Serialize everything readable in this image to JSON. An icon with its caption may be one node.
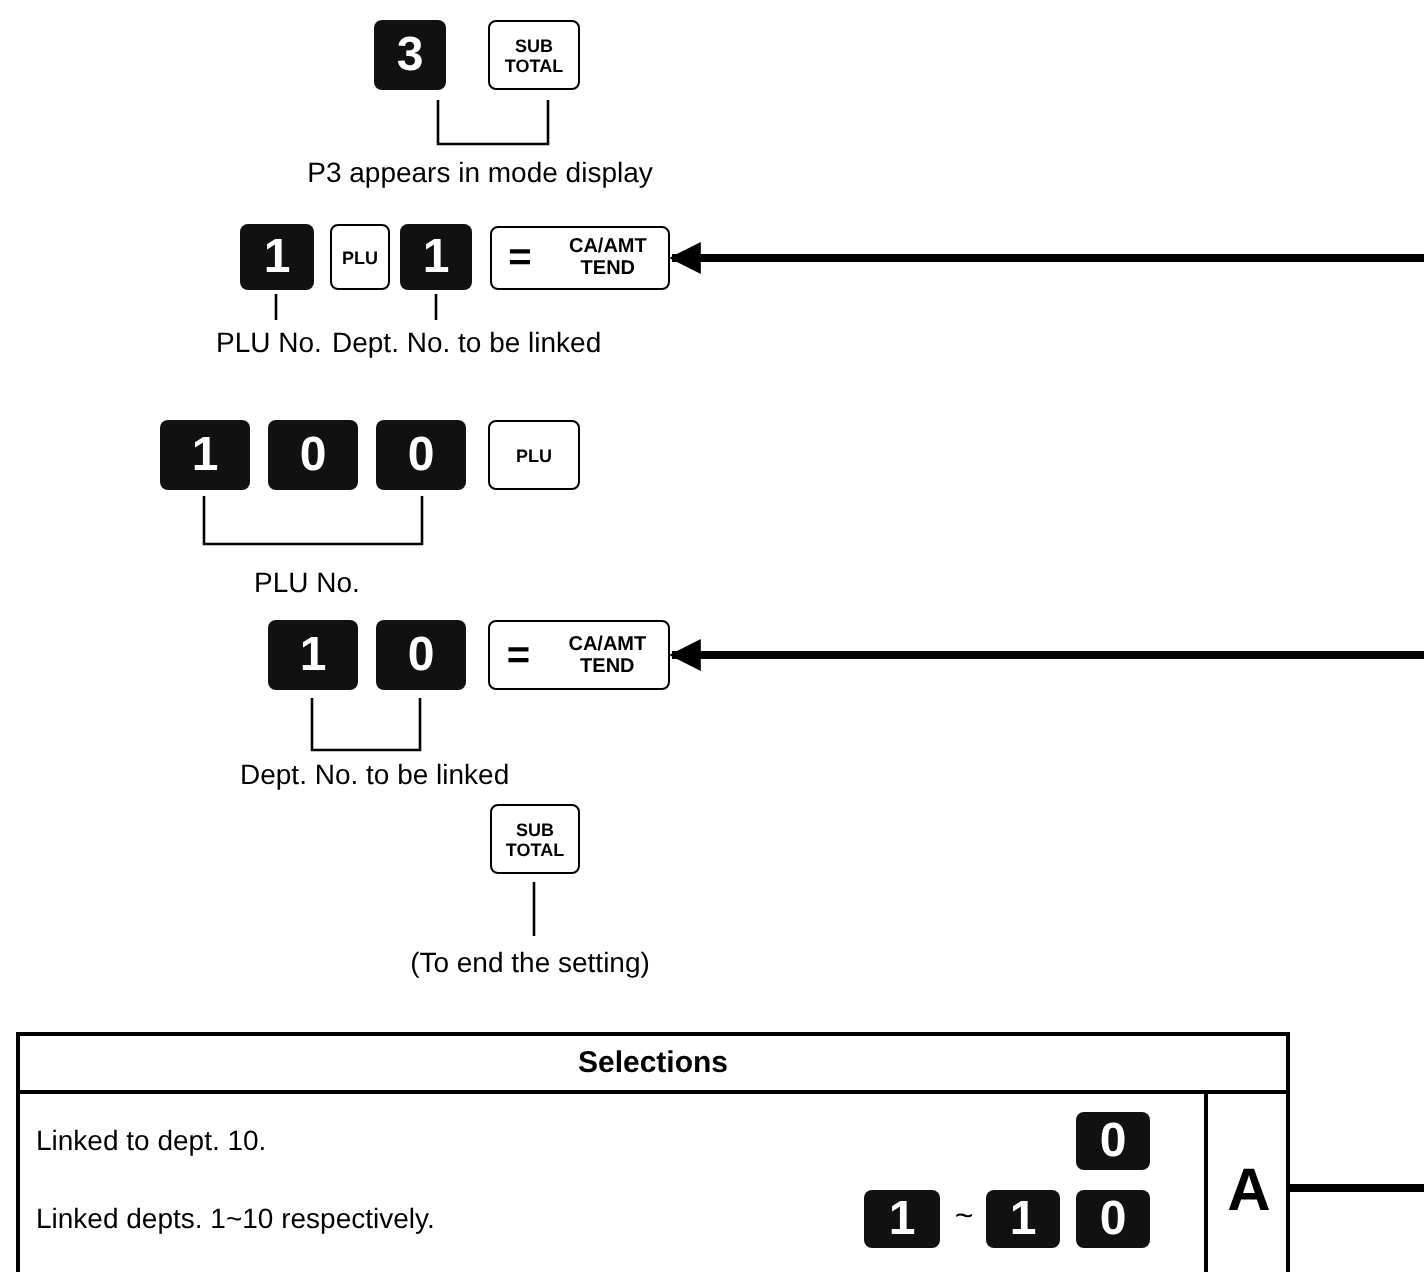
{
  "diagram": {
    "nodes": [
      {
        "text": [
          "3"
        ]
      },
      {
        "text": [
          "SUB TOTAL"
        ]
      },
      {
        "text": [
          "1"
        ],
        "beside": [
          "PLU No."
        ]
      },
      {
        "text": [
          "PLU"
        ]
      },
      {
        "text": [
          "1"
        ],
        "beside": [
          "Dept. No. to be linked"
        ]
      },
      {
        "text": [
          "=",
          "CA/AMT TEND"
        ]
      },
      {
        "text": [
          "1"
        ]
      },
      {
        "text": [
          "0"
        ]
      },
      {
        "text": [
          "0"
        ]
      },
      {
        "text": [
          "PLU"
        ]
      },
      {
        "text": [
          "1"
        ]
      },
      {
        "text": [
          "0"
        ]
      },
      {
        "text": [
          "=",
          "CA/AMT TEND"
        ]
      },
      {
        "text": [
          "SUB TOTAL"
        ],
        "beside": [
          "(To end the setting)"
        ]
      },
      {
        "text": [
          "0"
        ]
      },
      {
        "text": [
          "1"
        ]
      },
      {
        "text": [
          "1"
        ]
      },
      {
        "text": [
          "0"
        ]
      },
      {
        "text": [
          "A"
        ]
      }
    ],
    "edges": [
      {
        "from": null,
        "to": 5,
        "arrow": "to"
      },
      {
        "from": null,
        "to": 12,
        "arrow": "to"
      },
      {
        "from": 18,
        "to": null,
        "arrow": "none"
      }
    ],
    "labels": [
      "P3 appears in mode display",
      "PLU No.",
      "Dept. No. to be linked",
      "Selections",
      "Linked to dept. 10.",
      "Linked depts. 1~10 respectively.",
      "~"
    ]
  }
}
